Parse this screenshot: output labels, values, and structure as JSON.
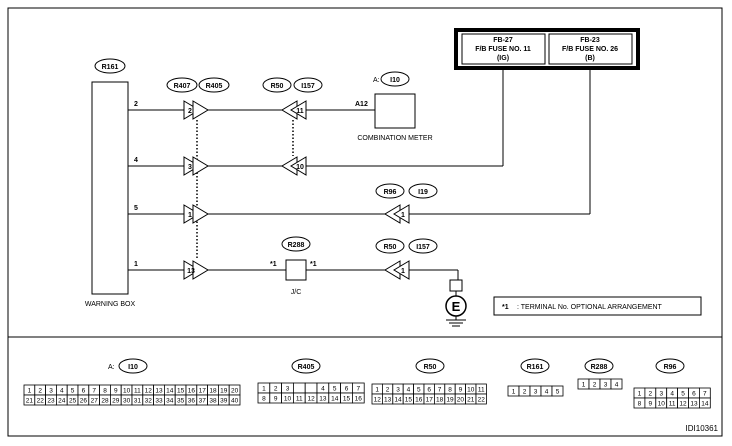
{
  "diagram_id": "IDI10361",
  "warning_box": {
    "connector": "R161",
    "label": "WARNING BOX",
    "pins": [
      "2",
      "4",
      "5",
      "1"
    ]
  },
  "fuses": [
    {
      "ref": "FB-27",
      "line1": "F/B FUSE NO. 11",
      "line2": "(IG)"
    },
    {
      "ref": "FB-23",
      "line1": "F/B FUSE NO. 26",
      "line2": "(B)"
    }
  ],
  "connectors": {
    "r407": "R407",
    "r405": "R405",
    "r50_a": "R50",
    "i157_a": "I157",
    "meter_prefix": "A:",
    "i10": "I10",
    "r96": "R96",
    "i19": "I19",
    "r288": "R288",
    "r50_b": "R50",
    "i157_b": "I157"
  },
  "r405_pins": [
    "2",
    "3",
    "1",
    "13"
  ],
  "i157_pins": [
    "11",
    "10"
  ],
  "r96_pin": "1",
  "r50_pin": "1",
  "meter": {
    "pin": "A12",
    "label": "COMBINATION METER"
  },
  "jc": {
    "label": "J/C",
    "mark_left": "*1",
    "mark_right": "*1"
  },
  "ground_symbol": "E",
  "note": {
    "mark": "*1",
    "text": ": TERMINAL No. OPTIONAL ARRANGEMENT"
  },
  "connector_faces": {
    "i10": {
      "prefix": "A:",
      "name": "I10",
      "top": [
        "1",
        "2",
        "3",
        "4",
        "5",
        "6",
        "7",
        "8",
        "9",
        "10",
        "11",
        "12",
        "13",
        "14",
        "15",
        "16",
        "17",
        "18",
        "19",
        "20"
      ],
      "bottom": [
        "21",
        "22",
        "23",
        "24",
        "25",
        "26",
        "27",
        "28",
        "29",
        "30",
        "31",
        "32",
        "33",
        "34",
        "35",
        "36",
        "37",
        "38",
        "39",
        "40"
      ]
    },
    "r405": {
      "name": "R405",
      "top": [
        "1",
        "2",
        "3",
        "",
        "",
        "4",
        "5",
        "6",
        "7"
      ],
      "bottom": [
        "8",
        "9",
        "10",
        "11",
        "12",
        "13",
        "14",
        "15",
        "16"
      ]
    },
    "r50": {
      "name": "R50",
      "top": [
        "1",
        "2",
        "3",
        "4",
        "5",
        "6",
        "7",
        "8",
        "9",
        "10",
        "11"
      ],
      "bottom": [
        "12",
        "13",
        "14",
        "15",
        "16",
        "17",
        "18",
        "19",
        "20",
        "21",
        "22"
      ]
    },
    "r161": {
      "name": "R161",
      "top": [
        "1",
        "2",
        "3",
        "4",
        "5"
      ],
      "bottom": []
    },
    "r288": {
      "name": "R288",
      "top": [
        "1",
        "2",
        "3",
        "4"
      ],
      "bottom": []
    },
    "r96": {
      "name": "R96",
      "top": [
        "1",
        "2",
        "3",
        "4",
        "5",
        "6",
        "7"
      ],
      "bottom": [
        "8",
        "9",
        "10",
        "11",
        "12",
        "13",
        "14"
      ]
    }
  }
}
